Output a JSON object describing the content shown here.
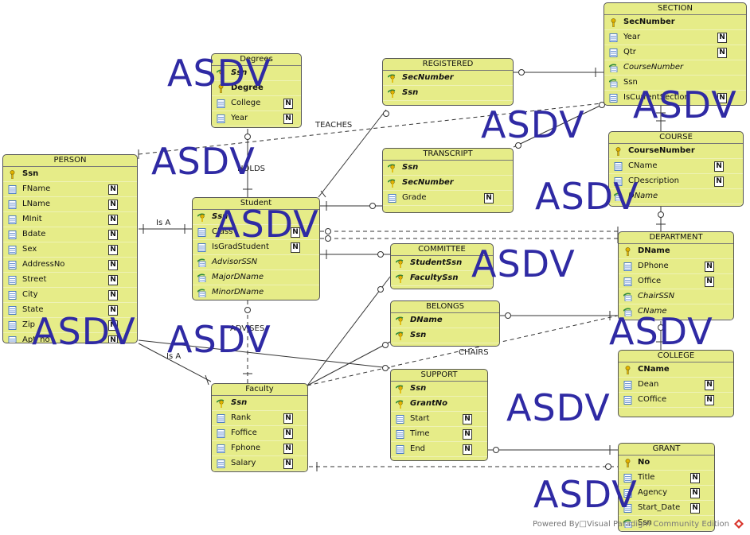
{
  "entities": {
    "degrees": {
      "title": "Degrees",
      "rows": [
        {
          "text": "Ssn",
          "kind": "pkfk"
        },
        {
          "text": "Degree",
          "kind": "pk"
        },
        {
          "text": "College",
          "kind": "col",
          "n": "N"
        },
        {
          "text": "Year",
          "kind": "col",
          "n": "N"
        }
      ]
    },
    "registered": {
      "title": "REGISTERED",
      "rows": [
        {
          "text": "SecNumber",
          "kind": "pkfk"
        },
        {
          "text": "Ssn",
          "kind": "pkfk"
        }
      ]
    },
    "section": {
      "title": "SECTION",
      "rows": [
        {
          "text": "SecNumber",
          "kind": "pk"
        },
        {
          "text": "Year",
          "kind": "col",
          "n": "N"
        },
        {
          "text": "Qtr",
          "kind": "col",
          "n": "N"
        },
        {
          "text": "CourseNumber",
          "kind": "fk"
        },
        {
          "text": "Ssn",
          "kind": "fkcol"
        },
        {
          "text": "IsCurrentSection",
          "kind": "col",
          "n": "N"
        }
      ]
    },
    "person": {
      "title": "PERSON",
      "rows": [
        {
          "text": "Ssn",
          "kind": "pk"
        },
        {
          "text": "FName",
          "kind": "col",
          "n": "N"
        },
        {
          "text": "LName",
          "kind": "col",
          "n": "N"
        },
        {
          "text": "MInit",
          "kind": "col",
          "n": "N"
        },
        {
          "text": "Bdate",
          "kind": "col",
          "n": "N"
        },
        {
          "text": "Sex",
          "kind": "col",
          "n": "N"
        },
        {
          "text": "AddressNo",
          "kind": "col",
          "n": "N"
        },
        {
          "text": "Street",
          "kind": "col",
          "n": "N"
        },
        {
          "text": "City",
          "kind": "col",
          "n": "N"
        },
        {
          "text": "State",
          "kind": "col",
          "n": "N"
        },
        {
          "text": "Zip",
          "kind": "col",
          "n": "N"
        },
        {
          "text": "Apt_no",
          "kind": "col",
          "n": "N"
        }
      ]
    },
    "transcript": {
      "title": "TRANSCRIPT",
      "rows": [
        {
          "text": "Ssn",
          "kind": "pkfk"
        },
        {
          "text": "SecNumber",
          "kind": "pkfk"
        },
        {
          "text": "Grade",
          "kind": "col",
          "n": "N"
        }
      ]
    },
    "course": {
      "title": "COURSE",
      "rows": [
        {
          "text": "CourseNumber",
          "kind": "pk"
        },
        {
          "text": "CName",
          "kind": "col",
          "n": "N"
        },
        {
          "text": "CDescription",
          "kind": "col",
          "n": "N"
        },
        {
          "text": "DName",
          "kind": "fk"
        }
      ]
    },
    "student": {
      "title": "Student",
      "rows": [
        {
          "text": "Ssn",
          "kind": "pkfk"
        },
        {
          "text": "Class",
          "kind": "col",
          "n": "N"
        },
        {
          "text": "IsGradStudent",
          "kind": "col",
          "n": "N"
        },
        {
          "text": "AdvisorSSN",
          "kind": "fk"
        },
        {
          "text": "MajorDName",
          "kind": "fk"
        },
        {
          "text": "MinorDName",
          "kind": "fk"
        }
      ]
    },
    "committee": {
      "title": "COMMITTEE",
      "rows": [
        {
          "text": "StudentSsn",
          "kind": "pkfk"
        },
        {
          "text": "FacultySsn",
          "kind": "pkfk"
        }
      ]
    },
    "department": {
      "title": "DEPARTMENT",
      "rows": [
        {
          "text": "DName",
          "kind": "pk"
        },
        {
          "text": "DPhone",
          "kind": "col",
          "n": "N"
        },
        {
          "text": "Office",
          "kind": "col",
          "n": "N"
        },
        {
          "text": "ChairSSN",
          "kind": "fk"
        },
        {
          "text": "CName",
          "kind": "fk"
        }
      ]
    },
    "belongs": {
      "title": "BELONGS",
      "rows": [
        {
          "text": "DName",
          "kind": "pkfk"
        },
        {
          "text": "Ssn",
          "kind": "pkfk"
        }
      ]
    },
    "college": {
      "title": "COLLEGE",
      "rows": [
        {
          "text": "CName",
          "kind": "pk"
        },
        {
          "text": "Dean",
          "kind": "col",
          "n": "N"
        },
        {
          "text": "COffice",
          "kind": "col",
          "n": "N"
        }
      ]
    },
    "faculty": {
      "title": "Faculty",
      "rows": [
        {
          "text": "Ssn",
          "kind": "pkfk"
        },
        {
          "text": "Rank",
          "kind": "col",
          "n": "N"
        },
        {
          "text": "Foffice",
          "kind": "col",
          "n": "N"
        },
        {
          "text": "Fphone",
          "kind": "col",
          "n": "N"
        },
        {
          "text": "Salary",
          "kind": "col",
          "n": "N"
        }
      ]
    },
    "support": {
      "title": "SUPPORT",
      "rows": [
        {
          "text": "Ssn",
          "kind": "pkfk"
        },
        {
          "text": "GrantNo",
          "kind": "pkfk"
        },
        {
          "text": "Start",
          "kind": "col",
          "n": "N"
        },
        {
          "text": "Time",
          "kind": "col",
          "n": "N"
        },
        {
          "text": "End",
          "kind": "col",
          "n": "N"
        }
      ]
    },
    "grant": {
      "title": "GRANT",
      "rows": [
        {
          "text": "No",
          "kind": "pk"
        },
        {
          "text": "Title",
          "kind": "col",
          "n": "N"
        },
        {
          "text": "Agency",
          "kind": "col",
          "n": "N"
        },
        {
          "text": "Start_Date",
          "kind": "col",
          "n": "N"
        },
        {
          "text": "Ssn",
          "kind": "fkcol"
        }
      ]
    }
  },
  "labels": {
    "teaches": "TEACHES",
    "holds": "HOLDS",
    "is_a_1": "Is A",
    "is_a_2": "Is A",
    "advises": "ADVISES",
    "chairs": "CHAIRS"
  },
  "watermark": "ASDV",
  "footer": "Powered By□Visual Paradigm Community Edition",
  "colors": {
    "entity_fill": "#e6ec88",
    "watermark": "#2f2aa4",
    "pk_icon": "#e2b400",
    "fk_icon": "#2e8b3a",
    "col_icon": "#3a6fc4"
  }
}
